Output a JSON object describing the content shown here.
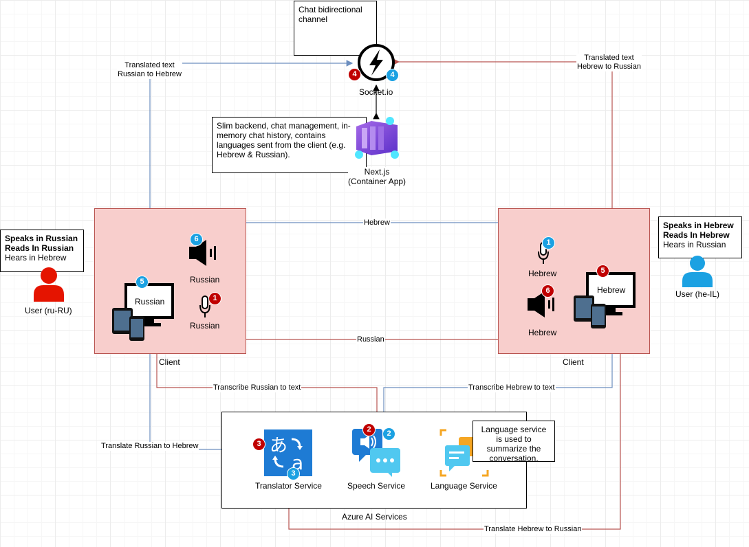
{
  "notes": {
    "chat_channel": "Chat bidirectional channel",
    "backend": "Slim backend, chat management, in-memory chat history, contains languages sent from the client (e.g. Hebrew & Russian).",
    "language_service": "Language service is used to summarize the conversation.",
    "user_ru": [
      "Speaks in Russian",
      "Reads In Russian",
      "Hears in Hebrew"
    ],
    "user_he": [
      "Speaks in Hebrew",
      "Reads In Hebrew",
      "Hears in Russian"
    ]
  },
  "nodes": {
    "socketio": "Socket.io",
    "nextjs_line1": "Next.js",
    "nextjs_line2": "(Container App)",
    "user_ru": "User (ru-RU)",
    "user_he": "User (he-IL)",
    "client_left": "Client",
    "client_right": "Client",
    "azure_group": "Azure AI Services",
    "translator": "Translator Service",
    "speech": "Speech Service",
    "language": "Language Service",
    "left_screen": "Russian",
    "left_speaker": "Russian",
    "left_mic": "Russian",
    "right_screen": "Hebrew",
    "right_mic": "Hebrew",
    "right_speaker": "Hebrew"
  },
  "edges": {
    "translated_ru_he_1": "Translated text",
    "translated_ru_he_2": "Russian to Hebrew",
    "translated_he_ru_1": "Translated text",
    "translated_he_ru_2": "Hebrew to Russian",
    "hebrew_audio": "Hebrew",
    "russian_audio": "Russian",
    "transcribe_russian": "Transcribe Russian to text",
    "transcribe_hebrew": "Transcribe Hebrew to text",
    "translate_ru_he": "Translate Russian to Hebrew",
    "translate_he_ru": "Translate Hebrew to Russian"
  },
  "badges": {
    "socket_red": "4",
    "socket_blue": "4",
    "left_screen": "5",
    "left_speaker": "6",
    "left_mic": "1",
    "right_mic": "1",
    "right_speaker": "6",
    "right_screen": "5",
    "speech_red": "2",
    "speech_blue": "2",
    "translator_red": "3",
    "translator_blue": "3"
  },
  "colors": {
    "red_flow": "#b85450",
    "blue_flow": "#6c8ebf",
    "client_fill": "#f8cecc",
    "badge_red": "#c00000",
    "badge_blue": "#1ba1e2",
    "user_red": "#e51400",
    "user_blue": "#1ba1e2"
  },
  "icons": [
    "socketio-icon",
    "nextjs-container-app-icon",
    "monitor-devices-icon",
    "speaker-icon",
    "microphone-icon",
    "user-icon",
    "translator-icon",
    "speech-service-icon",
    "language-service-icon"
  ]
}
